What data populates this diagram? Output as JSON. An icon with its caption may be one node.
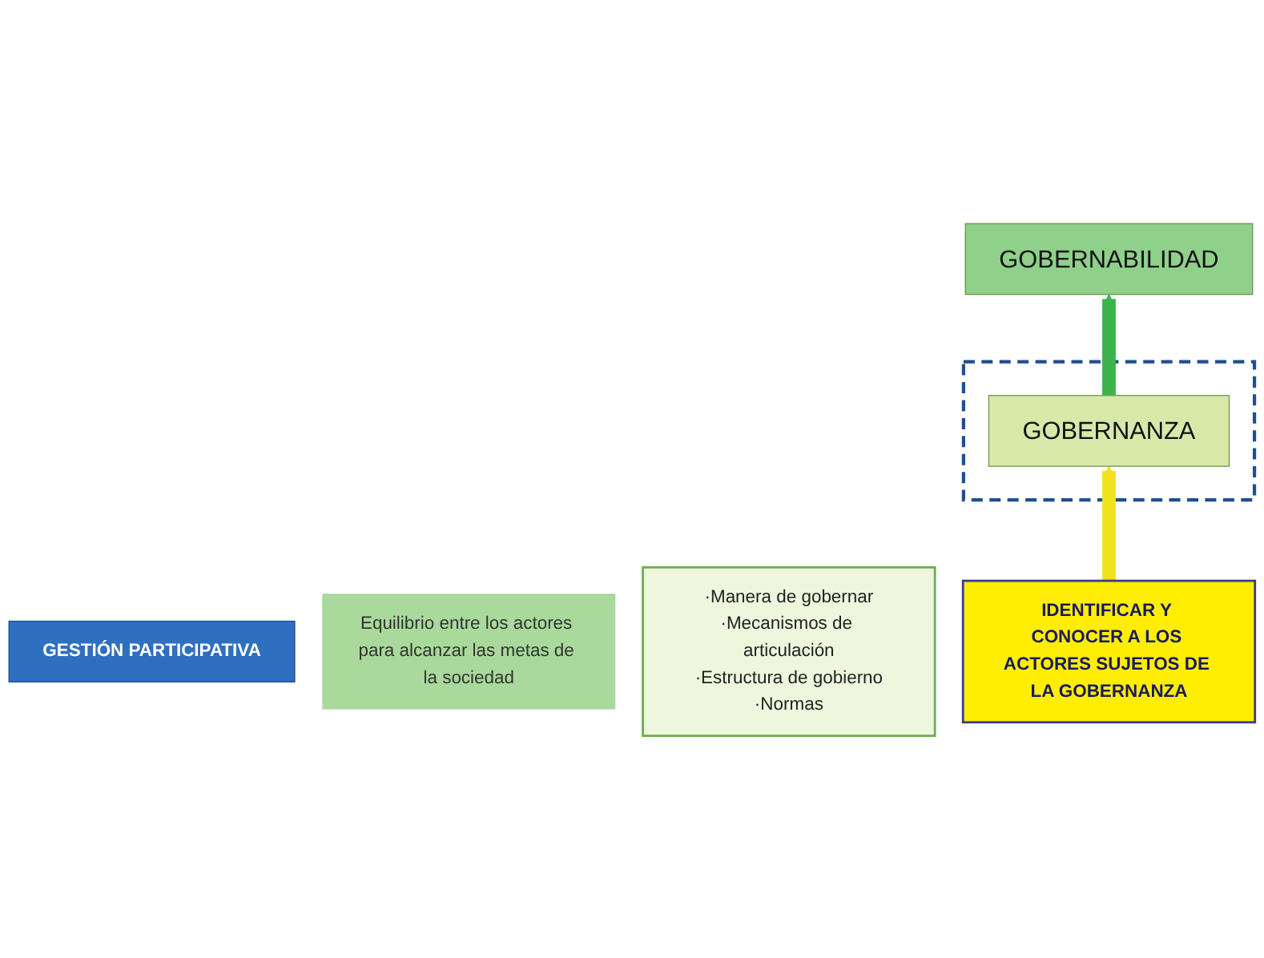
{
  "diagram": {
    "nodes": [
      {
        "text": [
          "GESTIÓN PARTICIPATIVA"
        ]
      },
      {
        "text": [
          "GOBERNABILIDAD"
        ]
      },
      {
        "text": [
          "Equilibrio entre los actores para alcanzar las metas de la sociedad"
        ]
      },
      {
        "text": [],
        "shape": "box"
      },
      {
        "text": [
          "GOBERNANZA"
        ],
        "in": 3
      },
      {
        "text": [
          "·Manera de gobernar",
          "·Mecanismos de articulación",
          "·Estructura de gobierno",
          "·Normas"
        ]
      },
      {
        "text": [
          "IDENTIFICAR Y CONOCER A LOS ACTORES SUJETOS DE LA GOBERNANZA"
        ]
      }
    ],
    "edges": [
      {
        "from": 6,
        "to": 4,
        "arrow": "to",
        "color": "#f2e21c"
      },
      {
        "from": 4,
        "to": 1,
        "arrow": "to",
        "color": "#3cb44b"
      }
    ]
  }
}
